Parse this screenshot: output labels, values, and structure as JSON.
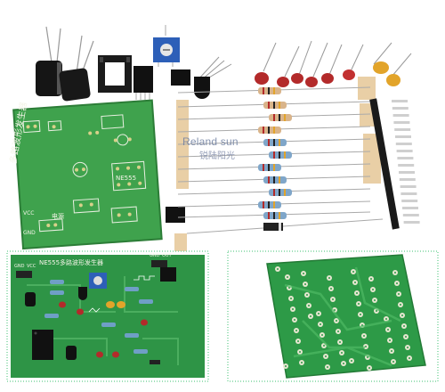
{
  "watermark": {
    "brand": "Reland sun",
    "brand_cn": "锐陆阳光",
    "accent_color": "#c22a2a"
  },
  "kit_board": {
    "silkscreen_title": "多路波形发生器",
    "chip_label": "NE555",
    "vcc_label": "电源",
    "vcc_text": "VCC",
    "gnd_text": "GND"
  },
  "assembled_board": {
    "silkscreen_title": "NE555多路波形发生器",
    "gnd_labels": [
      "GND",
      "OUT"
    ],
    "vcc_labels": [
      "GND",
      "VCC"
    ]
  },
  "colors": {
    "pcb_green": "#2f9a4a",
    "pcb_dark": "#1f6b33",
    "copper": "#d7d07a",
    "resistor_body": "#7fa6c9",
    "frame_green": "#7fd6a0"
  }
}
